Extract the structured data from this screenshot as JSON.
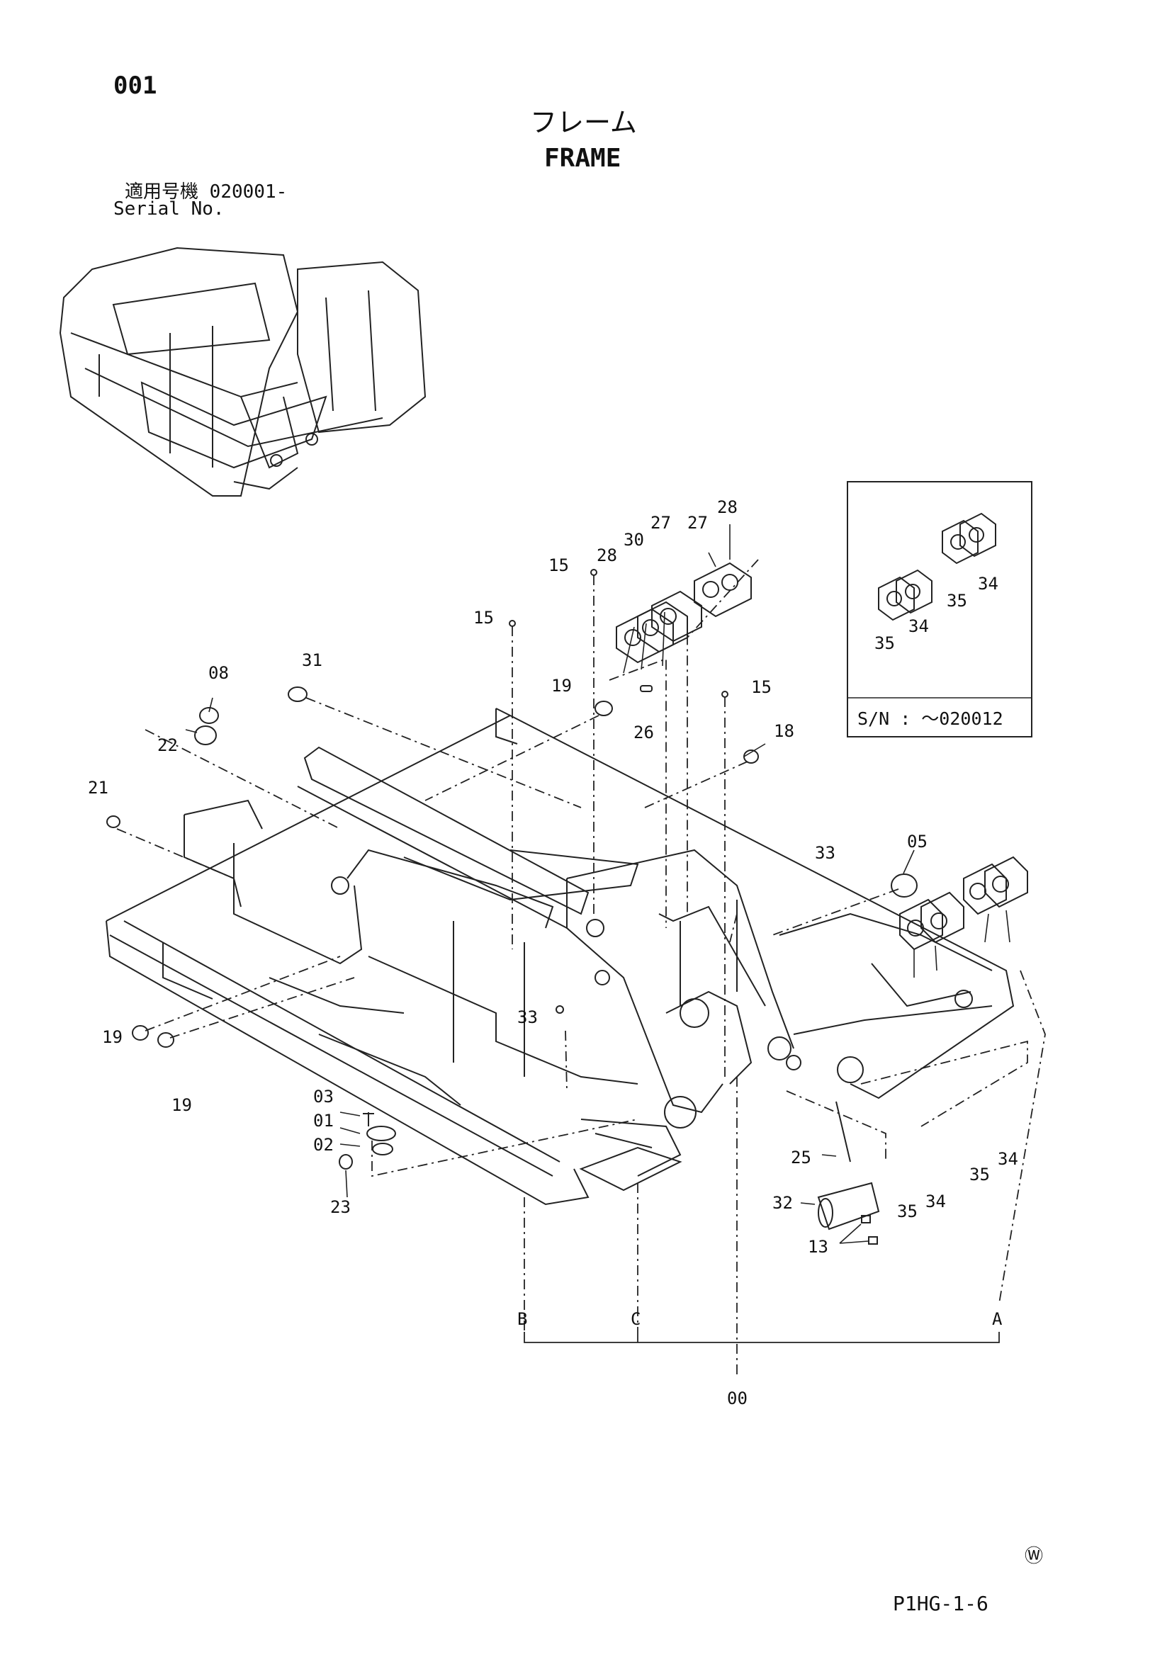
{
  "header": {
    "page_number": "001",
    "title_jp": "フレーム",
    "title_en": "FRAME",
    "serial_label_jp": "適用号機",
    "serial_range": "020001-",
    "serial_label_en": "Serial No."
  },
  "inset": {
    "serial_text": "S/N :  ～020012",
    "labels": [
      "35",
      "34",
      "35",
      "34"
    ]
  },
  "part_labels": [
    "15",
    "28",
    "30",
    "27",
    "27",
    "28",
    "15",
    "19",
    "26",
    "15",
    "18",
    "08",
    "31",
    "22",
    "21",
    "33",
    "05",
    "33",
    "19",
    "19",
    "03",
    "01",
    "02",
    "23",
    "25",
    "32",
    "13",
    "35",
    "34",
    "35",
    "34"
  ],
  "reference_labels": [
    "B",
    "C",
    "A",
    "00"
  ],
  "footer": {
    "circle_mark": "Ⓦ",
    "drawing_code": "P1HG-1-6"
  }
}
